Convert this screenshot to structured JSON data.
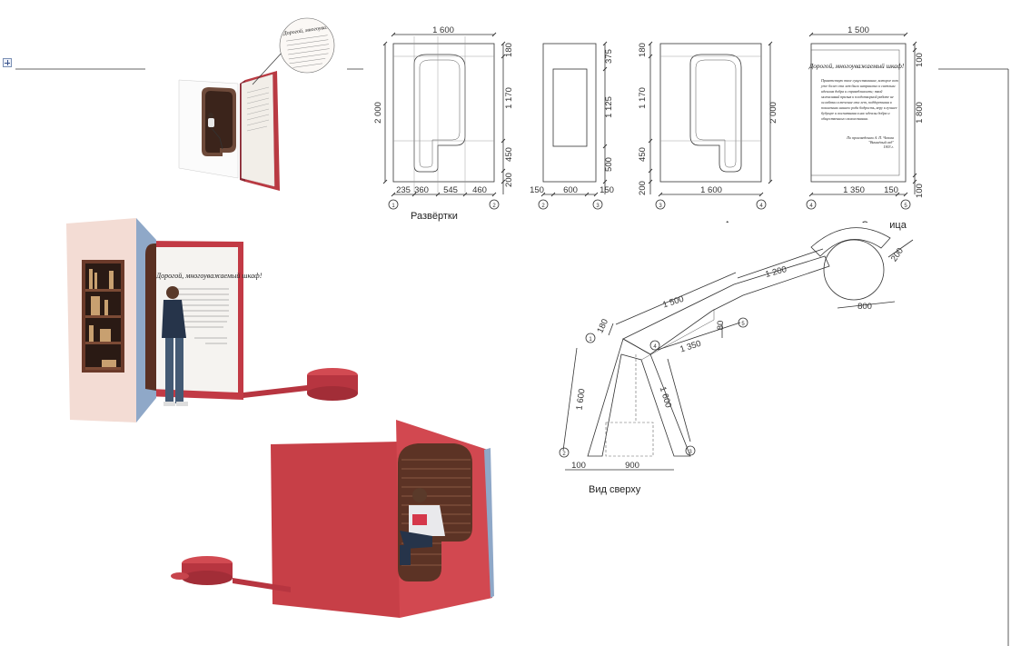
{
  "captions": {
    "unfold": "Развёртки",
    "arch": "Арка",
    "page": "Страница",
    "top_view": "Вид сверху"
  },
  "page_text": {
    "title": "Дорогой, многоуважаемый шкаф!",
    "body": [
      "Приветствую твое существование, которое вот",
      "уже более ста лет было направлено к светлым",
      "идеалам добра и справедливости; твой",
      "молчаливый призыв к плодотворной работе не",
      "ослабевал в течение ста лет, поддерживая в",
      "поколениях нашего рода бодрость, веру в лучшее",
      "будущее и воспитывая в нас идеалы добра и",
      "общественного самосознания."
    ],
    "signature": "По произведению А. П. Чехова",
    "signature2": "\"Вишнёвый сад\"",
    "year": "1903 г."
  },
  "dimensions": {
    "unfold_width": "1 600",
    "unfold_height": "2 000",
    "unfold_right": [
      "180",
      "1 170",
      "450",
      "200"
    ],
    "unfold_bottom": [
      "235",
      "360",
      "545",
      "460"
    ],
    "arch_right": [
      "375",
      "1 125",
      "500"
    ],
    "arch_bottom": [
      "150",
      "600",
      "150"
    ],
    "arch_left": [
      "180",
      "1 170",
      "450",
      "200"
    ],
    "arch_bottom_width": "1 600",
    "arch_height": "2 000",
    "page_width": "1 500",
    "page_right": [
      "100",
      "1 800",
      "100"
    ],
    "page_bottom": [
      "1 350",
      "150"
    ],
    "top_dims": [
      "1 200",
      "1 500",
      "180",
      "80",
      "1 350",
      "1 600",
      "1 600",
      "100",
      "900",
      "800",
      "200"
    ]
  },
  "axis_markers": [
    "1",
    "2",
    "2",
    "3",
    "3",
    "4",
    "4",
    "5"
  ],
  "plan_markers": [
    "1",
    "2",
    "3",
    "4",
    "5"
  ],
  "colors": {
    "red": "#c0353e",
    "red_dark": "#962530",
    "wood": "#6b3a2a",
    "cream": "#f3dcd4",
    "blue_side": "#8fa8c8"
  }
}
